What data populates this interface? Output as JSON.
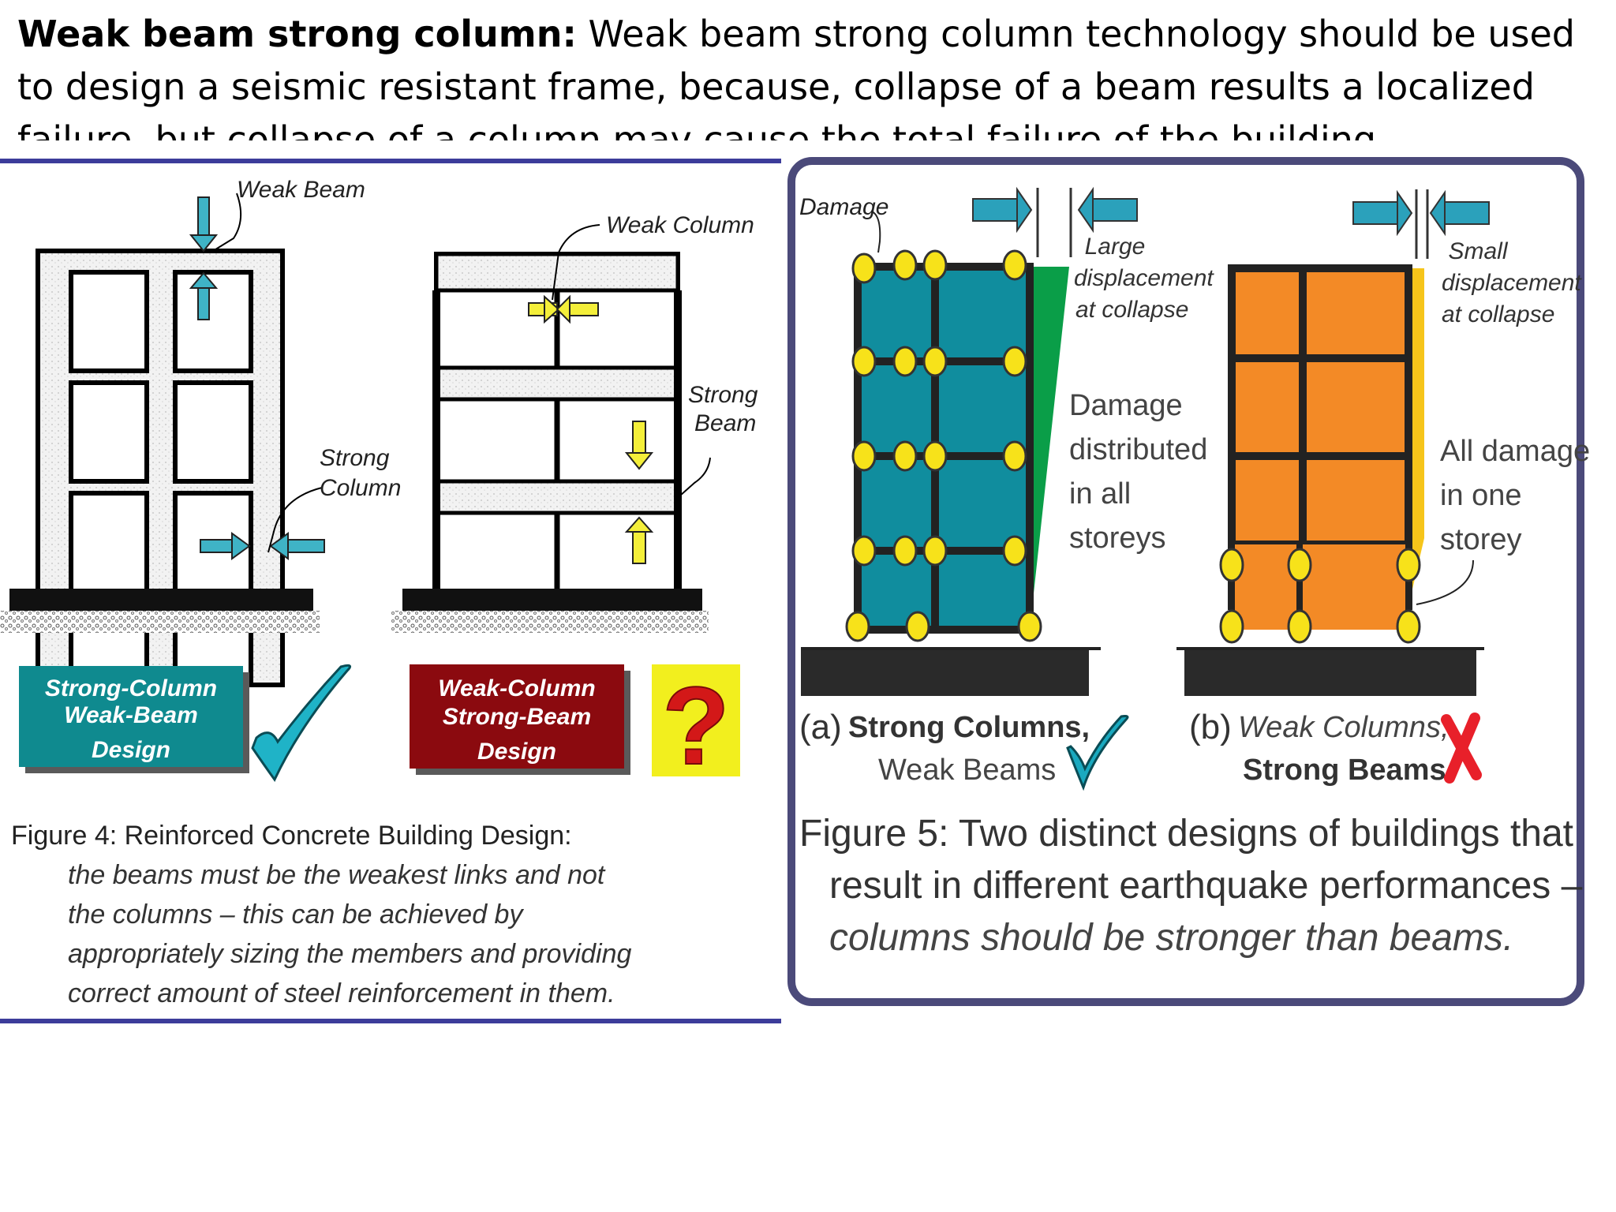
{
  "heading": {
    "bold": "Weak beam strong column:",
    "text": " Weak beam strong column technology should be used to design a seismic resistant frame, because, collapse of a beam results a localized failure, but collapse of a column may cause the total failure of the building."
  },
  "figure4": {
    "label_weak_beam": "Weak Beam",
    "label_weak_column": "Weak Column",
    "label_strong_beam_1": "Strong",
    "label_strong_beam_2": "Beam",
    "label_strong_column_1": "Strong",
    "label_strong_column_2": "Column",
    "badge_left_1": "Strong-Column",
    "badge_left_2": "Weak-Beam",
    "badge_left_3": "Design",
    "badge_right_1": "Weak-Column",
    "badge_right_2": "Strong-Beam",
    "badge_right_3": "Design",
    "question_mark": "?",
    "caption_title": "Figure 4: Reinforced Concrete Building Design:",
    "caption_line1": "the beams must be the weakest links and not",
    "caption_line2": "the columns – this can be achieved by",
    "caption_line3": "appropriately sizing the members and providing",
    "caption_line4": "correct amount of steel reinforcement in them.",
    "colors": {
      "teal_badge": "#0f8a8f",
      "red_badge": "#8b0a0f",
      "arrow_teal": "#3fb3c6",
      "arrow_yellow": "#f4ef3a",
      "frame": "#000000"
    }
  },
  "figure5": {
    "label_damage": "Damage",
    "label_large_1": "Large",
    "label_large_2": "displacement",
    "label_large_3": "at collapse",
    "label_small_1": "Small",
    "label_small_2": "displacement",
    "label_small_3": "at collapse",
    "label_dist_1": "Damage",
    "label_dist_2": "distributed",
    "label_dist_3": "in all",
    "label_dist_4": "storeys",
    "label_one_1": "All damage",
    "label_one_2": "in one",
    "label_one_3": "storey",
    "a_prefix": "(a)",
    "a_bold": "Strong Columns,",
    "a_second": "Weak Beams",
    "b_prefix": "(b)",
    "b_italic": "Weak Columns,",
    "b_bold": "Strong Beams",
    "caption_line1": "Figure 5: Two distinct designs of buildings that",
    "caption_line2": "result in different earthquake performances –",
    "caption_line3": "columns should be stronger than beams.",
    "colors": {
      "teal_building": "#108d9e",
      "orange_building": "#f38a26",
      "green_drift": "#0a9e48",
      "yellow_drift": "#f6c51a",
      "hinge": "#f7e21a",
      "border": "#4b4a7a",
      "arrow": "#2ba1bb",
      "cross": "#e8202a"
    }
  }
}
